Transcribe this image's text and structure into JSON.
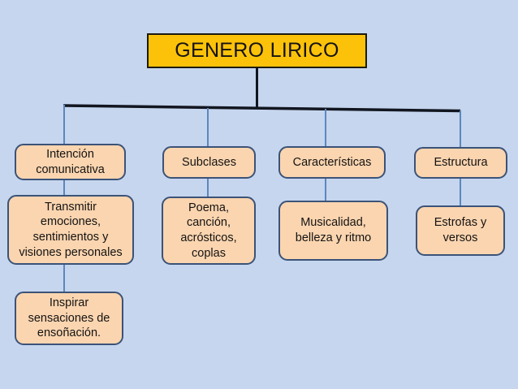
{
  "diagram": {
    "title": "GENERO LIRICO",
    "colors": {
      "background": "#c6d6ee",
      "title_fill": "#fcc20a",
      "title_border": "#1d1b10",
      "node_fill": "#fad5b0",
      "node_border": "#3b5378",
      "connector_main": "#121620",
      "connector_branch": "#5b87bf",
      "text": "#151312"
    },
    "branches": [
      {
        "heading": "Intención\ncomunicativa",
        "children": [
          "Transmitir\nemociones,\nsentimientos y\nvisiones personales",
          "Inspirar\nsensaciones  de\nensoñación."
        ]
      },
      {
        "heading": "Subclases",
        "children": [
          "Poema,\ncanción,\nacrósticos,\ncoplas"
        ]
      },
      {
        "heading": "Características",
        "children": [
          "Musicalidad,\nbelleza y ritmo"
        ]
      },
      {
        "heading": "Estructura",
        "children": [
          "Estrofas y\nversos"
        ]
      }
    ]
  }
}
